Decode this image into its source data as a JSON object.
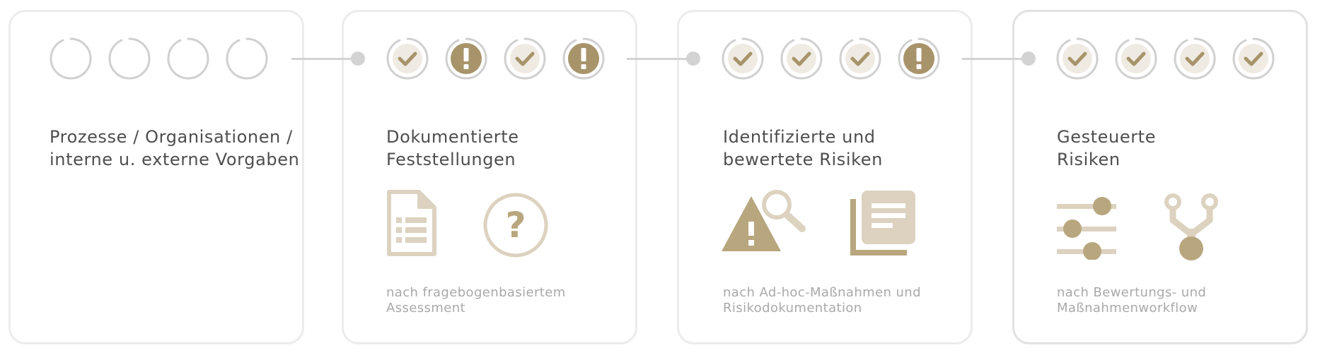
{
  "colors": {
    "panel_border": "#ececec",
    "connector": "#d3d3d3",
    "ring": "#d0d0d0",
    "check_fill": "#efebe3",
    "check_mark": "#a8946a",
    "warning_fill": "#a8946a",
    "icon_light": "#dcd2bf",
    "icon_dark": "#b8a67e",
    "title_text": "#4e4e4e",
    "subtitle_text": "#a9a9a9"
  },
  "stages": [
    {
      "title": "Prozesse / Organisationen /\ninterne u. externe Vorgaben",
      "subtitle": "",
      "status_icons": [
        "empty-circle-icon",
        "empty-circle-icon",
        "empty-circle-icon",
        "empty-circle-icon"
      ],
      "icons": []
    },
    {
      "title": "Dokumentierte\nFeststellungen",
      "subtitle": "nach fragebogenbasiertem\nAssessment",
      "status_icons": [
        "check-circle-icon",
        "warning-circle-icon",
        "check-circle-icon",
        "warning-circle-icon"
      ],
      "icons": [
        "document-list-icon",
        "question-circle-icon"
      ]
    },
    {
      "title": "Identifizierte und\nbewertete Risiken",
      "subtitle": "nach Ad-hoc-Maßnahmen und\nRisikodokumentation",
      "status_icons": [
        "check-circle-icon",
        "check-circle-icon",
        "check-circle-icon",
        "warning-circle-icon"
      ],
      "icons": [
        "warning-search-icon",
        "document-stack-icon"
      ]
    },
    {
      "title": "Gesteuerte\nRisiken",
      "subtitle": "nach Bewertungs- und\nMaßnahmenworkflow",
      "status_icons": [
        "check-circle-icon",
        "check-circle-icon",
        "check-circle-icon",
        "check-circle-icon"
      ],
      "icons": [
        "sliders-icon",
        "workflow-merge-icon"
      ]
    }
  ]
}
